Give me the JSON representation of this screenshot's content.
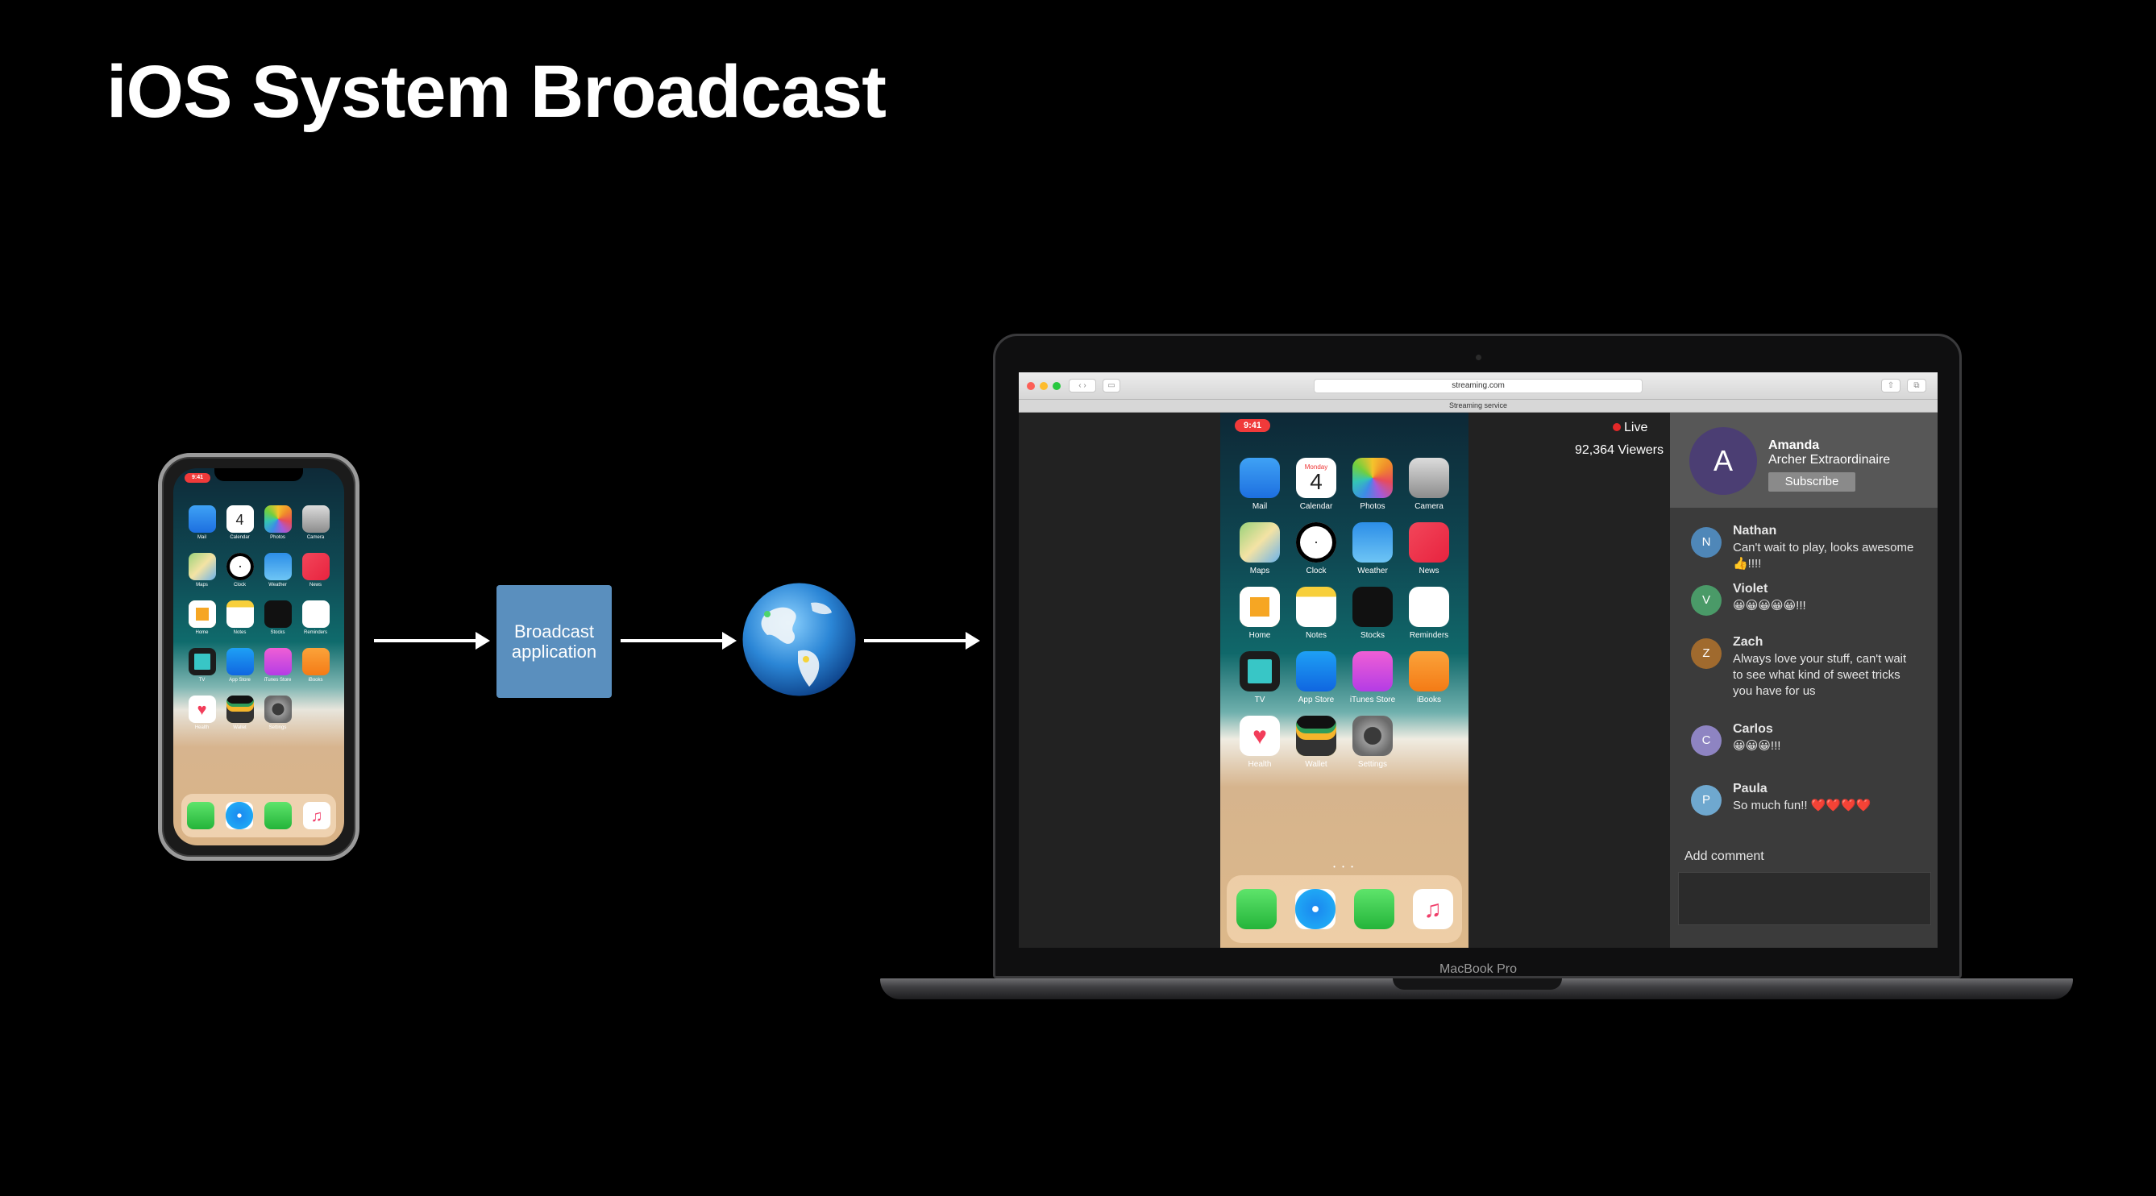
{
  "slide": {
    "title": "iOS System Broadcast"
  },
  "phone": {
    "time": "9:41",
    "calendar_day": "4",
    "calendar_weekday": "Monday",
    "apps": [
      "Mail",
      "Calendar",
      "Photos",
      "Camera",
      "Maps",
      "Clock",
      "Weather",
      "News",
      "Home",
      "Notes",
      "Stocks",
      "Reminders",
      "TV",
      "App Store",
      "iTunes Store",
      "iBooks",
      "Health",
      "Wallet",
      "Settings"
    ],
    "dock": [
      "Phone",
      "Safari",
      "Messages",
      "Music"
    ]
  },
  "broadcast_box": {
    "label": "Broadcast application"
  },
  "globe": {
    "icon": "globe-icon"
  },
  "laptop": {
    "brand": "MacBook Pro"
  },
  "browser": {
    "url": "streaming.com",
    "page_title": "Streaming service"
  },
  "stream": {
    "live_label": "Live",
    "viewers": "92,364 Viewers"
  },
  "profile": {
    "initial": "A",
    "name": "Amanda",
    "subtitle": "Archer Extraordinaire",
    "subscribe_label": "Subscribe"
  },
  "comments": [
    {
      "initial": "N",
      "name": "Nathan",
      "text": "Can't wait to play, looks awesome👍!!!!",
      "color": "#4f87b8"
    },
    {
      "initial": "V",
      "name": "Violet",
      "text": "😀😀😀😀😀!!!",
      "color": "#4a9a68"
    },
    {
      "initial": "Z",
      "name": "Zach",
      "text": "Always love your stuff, can't wait to see what kind of sweet tricks you have for us",
      "color": "#a06a2e"
    },
    {
      "initial": "C",
      "name": "Carlos",
      "text": "😀😀😀!!!",
      "color": "#8e84c2"
    },
    {
      "initial": "P",
      "name": "Paula",
      "text": "So much fun!! ❤️❤️❤️❤️",
      "color": "#6fa8cf"
    }
  ],
  "comment_box": {
    "label": "Add comment"
  },
  "colors": {
    "background": "#000000",
    "broadcast_box": "#5a8fbe",
    "live_dot": "#e42828",
    "avatar": "#4b3e73"
  }
}
